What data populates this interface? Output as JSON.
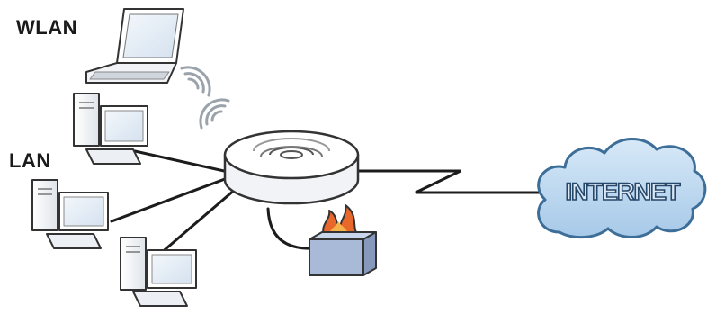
{
  "labels": {
    "wlan": "WLAN",
    "lan": "LAN",
    "internet": "INTERNET"
  },
  "colors": {
    "cloud_fill": "#bcd9f2",
    "cloud_stroke": "#3d6e98",
    "flame": "#e8672a",
    "firewall_box": "#a9b9d8",
    "monitor_screen": "#e3ecf6",
    "line": "#1c1c1c"
  },
  "icons": [
    "laptop-icon",
    "desktop-pc-icon",
    "router-icon",
    "firewall-icon",
    "internet-cloud-icon",
    "wifi-signal-icon"
  ]
}
